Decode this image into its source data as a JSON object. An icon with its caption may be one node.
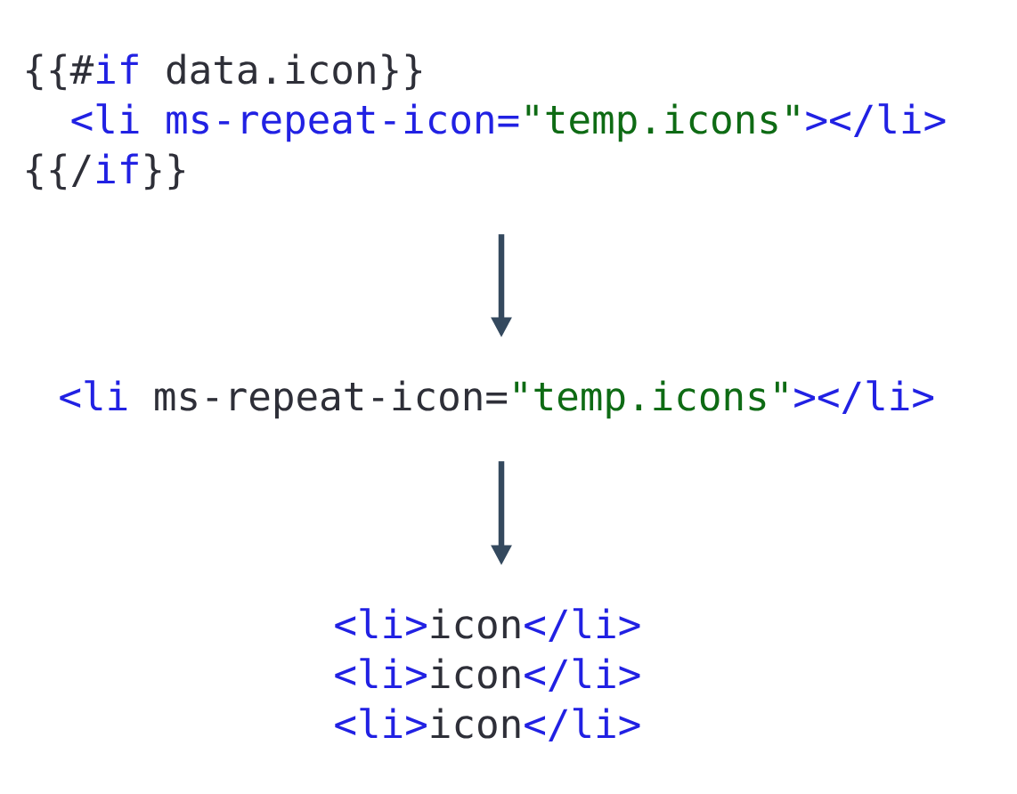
{
  "diagram": {
    "nodes": [
      {
        "text": [
          "{{#",
          "if",
          "data.icon}}",
          "<li ms-repeat-icon=",
          "\"temp.icons\"",
          "></li>",
          "{{/",
          "if",
          "}}"
        ]
      },
      {
        "text": [
          "<li",
          "ms-repeat-icon=",
          "\"temp.icons\"",
          "></li>"
        ]
      },
      {
        "text": [
          "<li>",
          "icon",
          "</li>",
          "<li>",
          "icon",
          "</li>",
          "<li>",
          "icon",
          "</li>"
        ]
      }
    ],
    "edges": [
      {
        "from": 0,
        "to": 1,
        "arrow": "to"
      },
      {
        "from": 1,
        "to": 2,
        "arrow": "to"
      }
    ]
  }
}
